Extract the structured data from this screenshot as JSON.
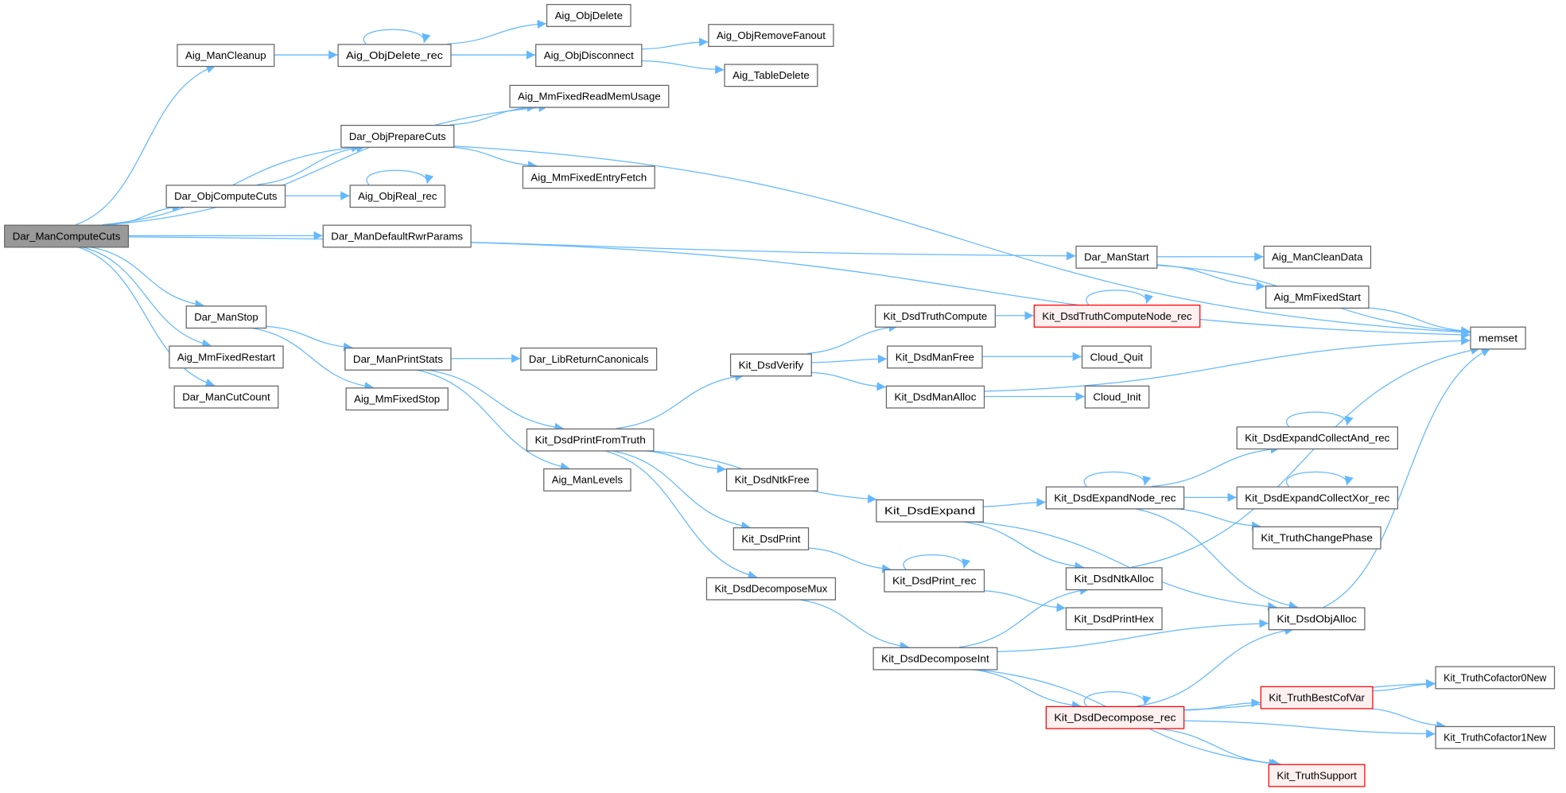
{
  "graph": {
    "type": "call-graph",
    "edge_color": "#63b8ff",
    "root_fill": "#999999",
    "truncated_border": "#ff0000",
    "nodes": [
      {
        "id": "Dar_ManComputeCuts",
        "label": "Dar_ManComputeCuts",
        "kind": "root"
      },
      {
        "id": "Aig_ManCleanup",
        "label": "Aig_ManCleanup",
        "kind": "normal"
      },
      {
        "id": "Aig_ObjDelete_rec",
        "label": "Aig_ObjDelete_rec",
        "kind": "normal"
      },
      {
        "id": "Aig_ObjDelete",
        "label": "Aig_ObjDelete",
        "kind": "normal"
      },
      {
        "id": "Aig_ObjDisconnect",
        "label": "Aig_ObjDisconnect",
        "kind": "normal"
      },
      {
        "id": "Aig_ObjRemoveFanout",
        "label": "Aig_ObjRemoveFanout",
        "kind": "normal"
      },
      {
        "id": "Aig_TableDelete",
        "label": "Aig_TableDelete",
        "kind": "normal"
      },
      {
        "id": "Aig_MmFixedReadMemUsage",
        "label": "Aig_MmFixedReadMemUsage",
        "kind": "normal"
      },
      {
        "id": "Dar_ObjPrepareCuts",
        "label": "Dar_ObjPrepareCuts",
        "kind": "normal"
      },
      {
        "id": "Aig_MmFixedEntryFetch",
        "label": "Aig_MmFixedEntryFetch",
        "kind": "normal"
      },
      {
        "id": "Dar_ObjComputeCuts",
        "label": "Dar_ObjComputeCuts",
        "kind": "normal"
      },
      {
        "id": "Aig_ObjReal_rec",
        "label": "Aig_ObjReal_rec",
        "kind": "normal"
      },
      {
        "id": "Dar_ManDefaultRwrParams",
        "label": "Dar_ManDefaultRwrParams",
        "kind": "normal"
      },
      {
        "id": "Dar_ManStart",
        "label": "Dar_ManStart",
        "kind": "normal"
      },
      {
        "id": "Aig_ManCleanData",
        "label": "Aig_ManCleanData",
        "kind": "normal"
      },
      {
        "id": "Aig_MmFixedStart",
        "label": "Aig_MmFixedStart",
        "kind": "normal"
      },
      {
        "id": "memset",
        "label": "memset",
        "kind": "normal"
      },
      {
        "id": "Dar_ManStop",
        "label": "Dar_ManStop",
        "kind": "normal"
      },
      {
        "id": "Aig_MmFixedRestart",
        "label": "Aig_MmFixedRestart",
        "kind": "normal"
      },
      {
        "id": "Dar_ManCutCount",
        "label": "Dar_ManCutCount",
        "kind": "normal"
      },
      {
        "id": "Dar_ManPrintStats",
        "label": "Dar_ManPrintStats",
        "kind": "normal"
      },
      {
        "id": "Aig_MmFixedStop",
        "label": "Aig_MmFixedStop",
        "kind": "normal"
      },
      {
        "id": "Dar_LibReturnCanonicals",
        "label": "Dar_LibReturnCanonicals",
        "kind": "normal"
      },
      {
        "id": "Aig_ManLevels",
        "label": "Aig_ManLevels",
        "kind": "normal"
      },
      {
        "id": "Kit_DsdPrintFromTruth",
        "label": "Kit_DsdPrintFromTruth",
        "kind": "normal"
      },
      {
        "id": "Kit_DsdVerify",
        "label": "Kit_DsdVerify",
        "kind": "normal"
      },
      {
        "id": "Kit_DsdTruthCompute",
        "label": "Kit_DsdTruthCompute",
        "kind": "normal"
      },
      {
        "id": "Kit_DsdTruthComputeNode_rec",
        "label": "Kit_DsdTruthComputeNode_rec",
        "kind": "truncated"
      },
      {
        "id": "Kit_DsdManFree",
        "label": "Kit_DsdManFree",
        "kind": "normal"
      },
      {
        "id": "Cloud_Quit",
        "label": "Cloud_Quit",
        "kind": "normal"
      },
      {
        "id": "Kit_DsdManAlloc",
        "label": "Kit_DsdManAlloc",
        "kind": "normal"
      },
      {
        "id": "Cloud_Init",
        "label": "Cloud_Init",
        "kind": "normal"
      },
      {
        "id": "Kit_DsdNtkFree",
        "label": "Kit_DsdNtkFree",
        "kind": "normal"
      },
      {
        "id": "Kit_DsdExpand",
        "label": "Kit_DsdExpand",
        "kind": "normal"
      },
      {
        "id": "Kit_DsdExpandNode_rec",
        "label": "Kit_DsdExpandNode_rec",
        "kind": "normal"
      },
      {
        "id": "Kit_DsdExpandCollectAnd_rec",
        "label": "Kit_DsdExpandCollectAnd_rec",
        "kind": "normal"
      },
      {
        "id": "Kit_DsdExpandCollectXor_rec",
        "label": "Kit_DsdExpandCollectXor_rec",
        "kind": "normal"
      },
      {
        "id": "Kit_TruthChangePhase",
        "label": "Kit_TruthChangePhase",
        "kind": "normal"
      },
      {
        "id": "Kit_DsdPrint",
        "label": "Kit_DsdPrint",
        "kind": "normal"
      },
      {
        "id": "Kit_DsdPrint_rec",
        "label": "Kit_DsdPrint_rec",
        "kind": "normal"
      },
      {
        "id": "Kit_DsdNtkAlloc",
        "label": "Kit_DsdNtkAlloc",
        "kind": "normal"
      },
      {
        "id": "Kit_DsdPrintHex",
        "label": "Kit_DsdPrintHex",
        "kind": "normal"
      },
      {
        "id": "Kit_DsdObjAlloc",
        "label": "Kit_DsdObjAlloc",
        "kind": "normal"
      },
      {
        "id": "Kit_DsdDecomposeMux",
        "label": "Kit_DsdDecomposeMux",
        "kind": "normal"
      },
      {
        "id": "Kit_DsdDecomposeInt",
        "label": "Kit_DsdDecomposeInt",
        "kind": "normal"
      },
      {
        "id": "Kit_DsdDecompose_rec",
        "label": "Kit_DsdDecompose_rec",
        "kind": "truncated"
      },
      {
        "id": "Kit_TruthBestCofVar",
        "label": "Kit_TruthBestCofVar",
        "kind": "truncated"
      },
      {
        "id": "Kit_TruthCofactor0New",
        "label": "Kit_TruthCofactor0New",
        "kind": "normal"
      },
      {
        "id": "Kit_TruthCofactor1New",
        "label": "Kit_TruthCofactor1New",
        "kind": "normal"
      },
      {
        "id": "Kit_TruthSupport",
        "label": "Kit_TruthSupport",
        "kind": "truncated"
      }
    ],
    "edges": [
      [
        "Dar_ManComputeCuts",
        "Aig_ManCleanup"
      ],
      [
        "Dar_ManComputeCuts",
        "Aig_MmFixedReadMemUsage"
      ],
      [
        "Dar_ManComputeCuts",
        "Dar_ObjPrepareCuts"
      ],
      [
        "Dar_ManComputeCuts",
        "Dar_ObjComputeCuts"
      ],
      [
        "Dar_ManComputeCuts",
        "Dar_ManDefaultRwrParams"
      ],
      [
        "Dar_ManComputeCuts",
        "Dar_ManStart"
      ],
      [
        "Dar_ManComputeCuts",
        "Dar_ManStop"
      ],
      [
        "Dar_ManComputeCuts",
        "Aig_MmFixedRestart"
      ],
      [
        "Dar_ManComputeCuts",
        "Dar_ManCutCount"
      ],
      [
        "Aig_ManCleanup",
        "Aig_ObjDelete_rec"
      ],
      [
        "Aig_ObjDelete_rec",
        "Aig_ObjDelete_rec"
      ],
      [
        "Aig_ObjDelete_rec",
        "Aig_ObjDelete"
      ],
      [
        "Aig_ObjDelete_rec",
        "Aig_ObjDisconnect"
      ],
      [
        "Aig_ObjDisconnect",
        "Aig_ObjRemoveFanout"
      ],
      [
        "Aig_ObjDisconnect",
        "Aig_TableDelete"
      ],
      [
        "Dar_ObjPrepareCuts",
        "Aig_MmFixedReadMemUsage"
      ],
      [
        "Dar_ObjPrepareCuts",
        "memset"
      ],
      [
        "Dar_ObjPrepareCuts",
        "Aig_MmFixedEntryFetch"
      ],
      [
        "Dar_ObjComputeCuts",
        "Dar_ObjPrepareCuts"
      ],
      [
        "Dar_ObjComputeCuts",
        "Aig_ObjReal_rec"
      ],
      [
        "Aig_ObjReal_rec",
        "Aig_ObjReal_rec"
      ],
      [
        "Dar_ManDefaultRwrParams",
        "memset"
      ],
      [
        "Dar_ManStart",
        "Aig_ManCleanData"
      ],
      [
        "Dar_ManStart",
        "Aig_MmFixedStart"
      ],
      [
        "Dar_ManStart",
        "memset"
      ],
      [
        "Aig_MmFixedStart",
        "memset"
      ],
      [
        "Dar_ManStop",
        "Dar_ManPrintStats"
      ],
      [
        "Dar_ManStop",
        "Aig_MmFixedStop"
      ],
      [
        "Dar_ManPrintStats",
        "Dar_LibReturnCanonicals"
      ],
      [
        "Dar_ManPrintStats",
        "Kit_DsdPrintFromTruth"
      ],
      [
        "Dar_ManPrintStats",
        "Aig_ManLevels"
      ],
      [
        "Kit_DsdPrintFromTruth",
        "Kit_DsdVerify"
      ],
      [
        "Kit_DsdPrintFromTruth",
        "Kit_DsdNtkFree"
      ],
      [
        "Kit_DsdPrintFromTruth",
        "Kit_DsdPrint"
      ],
      [
        "Kit_DsdPrintFromTruth",
        "Kit_DsdDecomposeMux"
      ],
      [
        "Kit_DsdPrintFromTruth",
        "Kit_DsdExpand"
      ],
      [
        "Kit_DsdVerify",
        "Kit_DsdTruthCompute"
      ],
      [
        "Kit_DsdVerify",
        "Kit_DsdManFree"
      ],
      [
        "Kit_DsdVerify",
        "Kit_DsdManAlloc"
      ],
      [
        "Kit_DsdTruthCompute",
        "Kit_DsdTruthComputeNode_rec"
      ],
      [
        "Kit_DsdTruthComputeNode_rec",
        "Kit_DsdTruthComputeNode_rec"
      ],
      [
        "Kit_DsdManFree",
        "Cloud_Quit"
      ],
      [
        "Kit_DsdManAlloc",
        "Cloud_Init"
      ],
      [
        "Kit_DsdManAlloc",
        "memset"
      ],
      [
        "Kit_DsdExpand",
        "Kit_DsdExpandNode_rec"
      ],
      [
        "Kit_DsdExpand",
        "Kit_DsdNtkAlloc"
      ],
      [
        "Kit_DsdExpand",
        "Kit_DsdObjAlloc"
      ],
      [
        "Kit_DsdExpandNode_rec",
        "Kit_DsdExpandNode_rec"
      ],
      [
        "Kit_DsdExpandNode_rec",
        "Kit_DsdExpandCollectAnd_rec"
      ],
      [
        "Kit_DsdExpandNode_rec",
        "Kit_DsdExpandCollectXor_rec"
      ],
      [
        "Kit_DsdExpandNode_rec",
        "Kit_TruthChangePhase"
      ],
      [
        "Kit_DsdExpandNode_rec",
        "Kit_DsdObjAlloc"
      ],
      [
        "Kit_DsdExpandCollectAnd_rec",
        "Kit_DsdExpandCollectAnd_rec"
      ],
      [
        "Kit_DsdExpandCollectXor_rec",
        "Kit_DsdExpandCollectXor_rec"
      ],
      [
        "Kit_DsdPrint",
        "Kit_DsdPrint_rec"
      ],
      [
        "Kit_DsdPrint_rec",
        "Kit_DsdPrint_rec"
      ],
      [
        "Kit_DsdPrint_rec",
        "Kit_DsdPrintHex"
      ],
      [
        "Kit_DsdDecomposeMux",
        "Kit_DsdDecomposeInt"
      ],
      [
        "Kit_DsdDecomposeInt",
        "Kit_DsdNtkAlloc"
      ],
      [
        "Kit_DsdDecomposeInt",
        "Kit_DsdObjAlloc"
      ],
      [
        "Kit_DsdDecomposeInt",
        "Kit_DsdDecompose_rec"
      ],
      [
        "Kit_DsdDecomposeInt",
        "Kit_TruthSupport"
      ],
      [
        "Kit_DsdNtkAlloc",
        "memset"
      ],
      [
        "Kit_DsdObjAlloc",
        "memset"
      ],
      [
        "Kit_DsdDecompose_rec",
        "Kit_DsdDecompose_rec"
      ],
      [
        "Kit_DsdDecompose_rec",
        "Kit_DsdObjAlloc"
      ],
      [
        "Kit_DsdDecompose_rec",
        "Kit_TruthCofactor0New"
      ],
      [
        "Kit_DsdDecompose_rec",
        "Kit_TruthBestCofVar"
      ],
      [
        "Kit_DsdDecompose_rec",
        "Kit_TruthCofactor1New"
      ],
      [
        "Kit_DsdDecompose_rec",
        "Kit_TruthSupport"
      ],
      [
        "Kit_TruthBestCofVar",
        "Kit_TruthCofactor0New"
      ],
      [
        "Kit_TruthBestCofVar",
        "Kit_TruthCofactor1New"
      ]
    ]
  }
}
